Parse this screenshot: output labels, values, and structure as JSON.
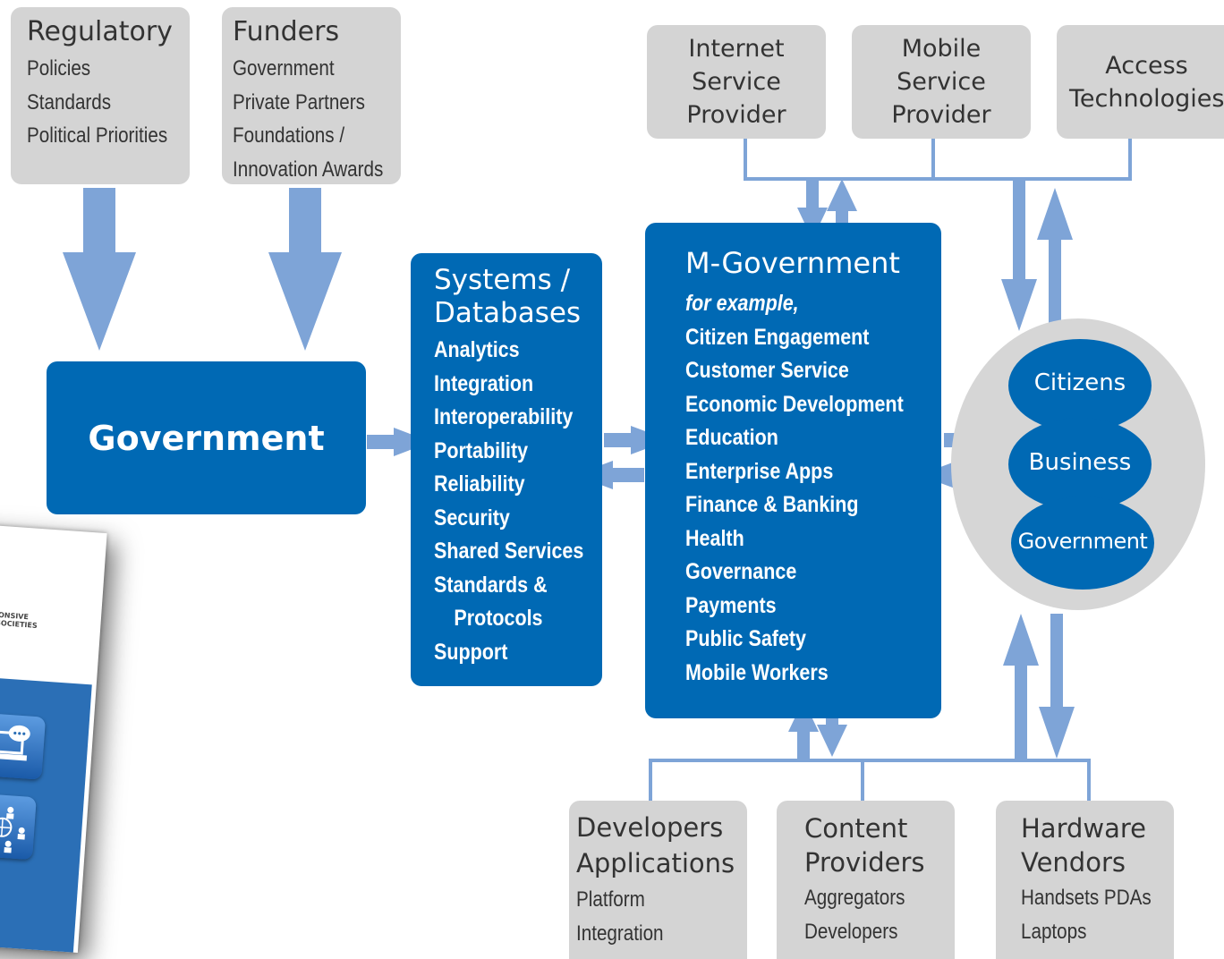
{
  "regulatory": {
    "title": "Regulatory",
    "items": [
      "Policies",
      "Standards",
      "Political Priorities"
    ]
  },
  "funders": {
    "title": "Funders",
    "items": [
      "Government",
      "Private Partners",
      "Foundations /",
      "Innovation Awards"
    ]
  },
  "isp": {
    "lines": [
      "Internet",
      "Service",
      "Provider"
    ]
  },
  "msp": {
    "lines": [
      "Mobile",
      "Service",
      "Provider"
    ]
  },
  "access": {
    "lines": [
      "Access",
      "Technologies"
    ]
  },
  "government": {
    "label": "Government"
  },
  "systems": {
    "title_lines": [
      "Systems /",
      "Databases"
    ],
    "items": [
      "Analytics",
      "Integration",
      "Interoperability",
      "Portability",
      "Reliability",
      "Security",
      "Shared Services",
      "Standards &",
      "Protocols",
      "Support"
    ]
  },
  "mgov": {
    "title": "M-Government",
    "subtitle": "for example,",
    "items": [
      "Citizen Engagement",
      "Customer Service",
      "Economic Development",
      "Education",
      "Enterprise Apps",
      "Finance & Banking",
      "Health",
      "Governance",
      "Payments",
      "Public Safety",
      "Mobile Workers"
    ]
  },
  "stakeholders": {
    "items": [
      "Citizens",
      "Business",
      "Government"
    ]
  },
  "developers": {
    "title_lines": [
      "Developers",
      "Applications"
    ],
    "items": [
      "Platform",
      "Integration"
    ]
  },
  "content": {
    "title_lines": [
      "Content",
      "Providers"
    ],
    "items": [
      "Aggregators",
      "Developers"
    ]
  },
  "hardware": {
    "title_lines": [
      "Hardware",
      "Vendors"
    ],
    "items": [
      "Handsets PDAs",
      "Laptops"
    ]
  },
  "brochure": {
    "text_lines": [
      "ESPONSIVE",
      "ED SOCIETIES"
    ]
  },
  "colors": {
    "blue": "#0069b4",
    "gray_box": "#d4d4d4",
    "arrow": "#7ea4d7",
    "oval": "#d6d6d6"
  }
}
